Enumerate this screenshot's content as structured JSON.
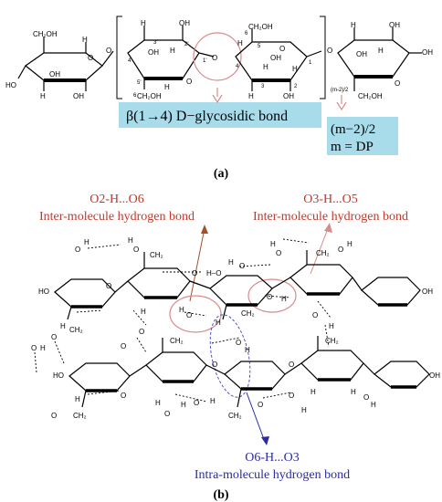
{
  "panel_a": {
    "caption": "(a)",
    "glycosidic_label": "β(1→4) D−glycosidic bond",
    "repeat_label": "(m−2)/2",
    "dp_label": "m = DP",
    "repeat_subscript": "(m-2)/2",
    "ring_atoms": {
      "ch2oh": "CH₂OH",
      "ch2oh_alt": "CH₂OH",
      "oh": "OH",
      "h": "H",
      "o": "O",
      "ho": "HO"
    },
    "carbon_numbers": [
      "1",
      "2",
      "3",
      "4",
      "5",
      "6",
      "1'",
      "2'",
      "3'",
      "4'",
      "5'",
      "6"
    ]
  },
  "panel_b": {
    "caption": "(b)",
    "callouts": [
      {
        "line1": "O2-H...O6",
        "line2": "Inter-molecule hydrogen bond",
        "color": "#c0392b"
      },
      {
        "line1": "O3-H...O5",
        "line2": "Inter-molecule hydrogen bond",
        "color": "#c0392b"
      },
      {
        "line1": "O6-H...O3",
        "line2": "Intra-molecule hydrogen bond",
        "color": "#2b2ba8"
      }
    ],
    "atoms": {
      "o": "O",
      "h": "H",
      "ch2": "CH₂",
      "oh": "OH",
      "ho": "HO",
      "h_o": "H–O"
    }
  },
  "colors": {
    "red": "#c0392b",
    "blue": "#2b2ba8",
    "highlight": "#a8dcea",
    "circle": "#d98c8c",
    "ellipse_blue": "#5050c8"
  }
}
